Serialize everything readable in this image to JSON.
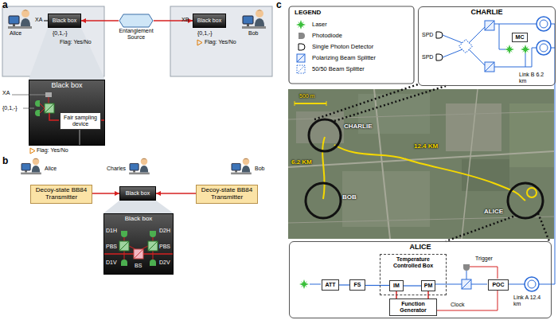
{
  "diagram": {
    "nodes": [
      {
        "text": [
          "Black box"
        ]
      },
      {
        "text": [
          "Entanglement Source"
        ]
      },
      {
        "text": [
          "Black box"
        ]
      },
      {
        "text": [
          "Black box"
        ]
      },
      {
        "text": [
          "Fair sampling device"
        ],
        "in": 3
      },
      {
        "text": [
          "Decoy-state BB84 Transmitter"
        ]
      },
      {
        "text": [
          "Black box"
        ]
      },
      {
        "text": [
          "Decoy-state BB84 Transmitter"
        ]
      },
      {
        "text": [
          "Black box"
        ]
      },
      {
        "text": [
          "CHARLIE"
        ]
      },
      {
        "text": [
          "MC"
        ],
        "in": 9
      },
      {
        "text": [
          "ALICE"
        ]
      },
      {
        "text": [
          "Temperature Controlled Box"
        ],
        "in": 11
      },
      {
        "text": [
          "ATT"
        ],
        "in": 11
      },
      {
        "text": [
          "FS"
        ],
        "in": 11
      },
      {
        "text": [
          "IM"
        ],
        "in": 12
      },
      {
        "text": [
          "PM"
        ],
        "in": 12
      },
      {
        "text": [
          "Function Generator"
        ],
        "in": 11
      },
      {
        "text": [
          "POC"
        ],
        "in": 11
      }
    ],
    "edges": [
      {
        "from": 1,
        "to": 0,
        "arrow": "to"
      },
      {
        "from": 1,
        "to": 2,
        "arrow": "to"
      },
      {
        "from": 5,
        "to": 6,
        "arrow": "to"
      },
      {
        "from": 7,
        "to": 6,
        "arrow": "to"
      },
      {
        "from": 13,
        "to": 14,
        "arrow": "none"
      },
      {
        "from": 14,
        "to": 15,
        "arrow": "none"
      },
      {
        "from": 15,
        "to": 16,
        "arrow": "none"
      },
      {
        "from": 17,
        "to": 15,
        "arrow": "none"
      },
      {
        "from": 17,
        "to": 16,
        "arrow": "none"
      }
    ],
    "labels": [
      "a",
      "Alice",
      "Bob",
      "XA",
      "XB",
      "{0,1,-}",
      "{0,1,-}",
      "Flag: Yes/No",
      "Flag: Yes/No",
      "XA",
      "{0,1,-}",
      "Flag: Yes/No",
      "b",
      "Alice",
      "Charles",
      "Bob",
      "D1H",
      "D2H",
      "PBS",
      "PBS",
      "BS",
      "D1V",
      "D2V",
      "c",
      "LEGEND",
      "SPD",
      "SPD",
      "Link B 6.2 km",
      "500 m",
      "CHARLIE",
      "6.2 KM",
      "12.4 KM",
      "BOB",
      "ALICE",
      "Trigger",
      "Clock",
      "Link A 12.4 km"
    ],
    "legend": [
      {
        "text": "Laser"
      },
      {
        "text": "Photodiode"
      },
      {
        "text": "Single Photon Detector"
      },
      {
        "text": "Polarizing Beam Splitter"
      },
      {
        "text": "50/50 Beam Splitter"
      }
    ]
  }
}
